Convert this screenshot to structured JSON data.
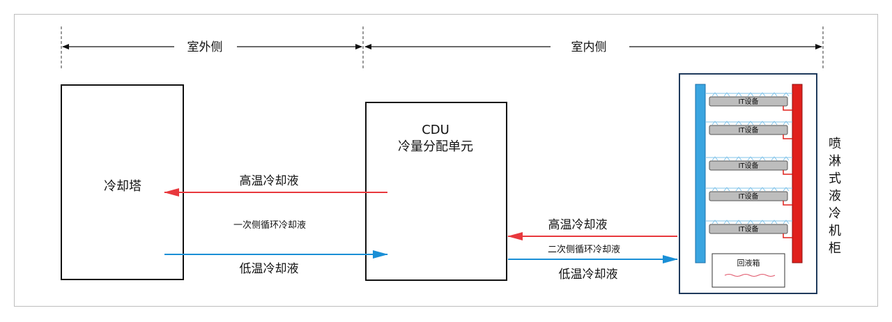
{
  "zones": {
    "outdoor": "室外侧",
    "indoor": "室内侧"
  },
  "cooling_tower": {
    "label": "冷却塔"
  },
  "cdu": {
    "title": "CDU",
    "subtitle": "冷量分配单元"
  },
  "primary_loop": {
    "hot": "高温冷却液",
    "name": "一次侧循环冷却液",
    "cold": "低温冷却液"
  },
  "secondary_loop": {
    "hot": "高温冷却液",
    "name": "二次侧循环冷却液",
    "cold": "低温冷却液"
  },
  "cabinet": {
    "label_chars": [
      "喷",
      "淋",
      "式",
      "液",
      "冷",
      "机",
      "柜"
    ],
    "it_devices": [
      "IT设备",
      "IT设备",
      "IT设备",
      "IT设备",
      "IT设备"
    ],
    "tank": "回液箱"
  },
  "colors": {
    "hot": "#e8383d",
    "cold": "#1a8fd6",
    "cold_bar": "#3aa5e0",
    "hot_bar": "#e0201c",
    "device_fill": "#bdbdbd",
    "cabinet_border": "#1f3a5c"
  }
}
